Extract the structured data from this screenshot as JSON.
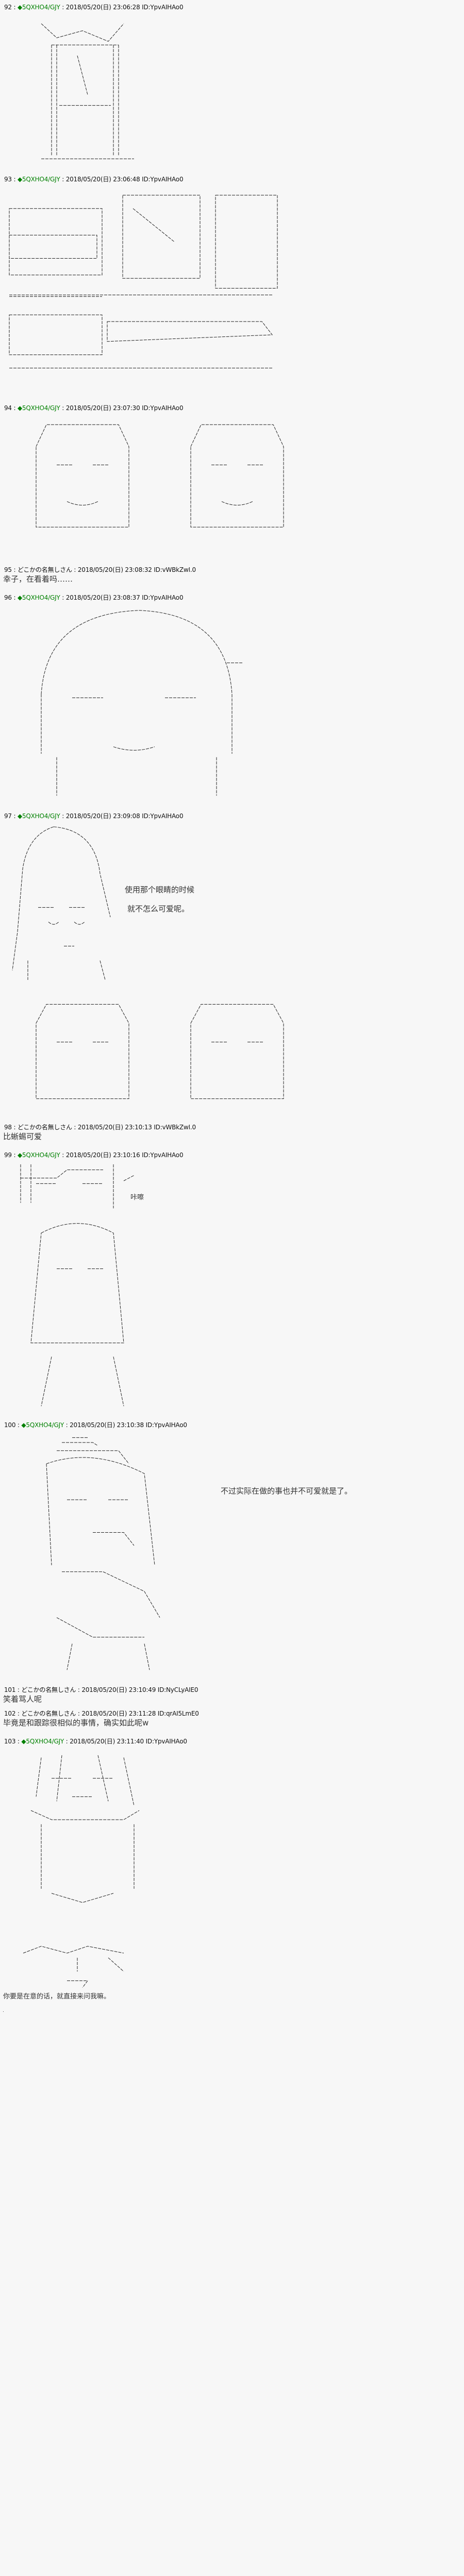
{
  "separator": " : ",
  "weekday": "日",
  "posts": [
    {
      "num": "92",
      "name": "◆5QXHO4/GJY",
      "trip": true,
      "date": "2018/05/20(日) 23:06:28",
      "id": "ID:YpvAIHAo0"
    },
    {
      "num": "93",
      "name": "◆5QXHO4/GJY",
      "trip": true,
      "date": "2018/05/20(日) 23:06:48",
      "id": "ID:YpvAIHAo0"
    },
    {
      "num": "94",
      "name": "◆5QXHO4/GJY",
      "trip": true,
      "date": "2018/05/20(日) 23:07:30",
      "id": "ID:YpvAIHAo0"
    },
    {
      "num": "95",
      "name": "どこかの名無しさん",
      "trip": false,
      "date": "2018/05/20(日) 23:08:32",
      "id": "ID:vWBkZwI.0",
      "text": "幸子，在看着吗……"
    },
    {
      "num": "96",
      "name": "◆5QXHO4/GJY",
      "trip": true,
      "date": "2018/05/20(日) 23:08:37",
      "id": "ID:YpvAIHAo0"
    },
    {
      "num": "97",
      "name": "◆5QXHO4/GJY",
      "trip": true,
      "date": "2018/05/20(日) 23:09:08",
      "id": "ID:YpvAIHAo0",
      "lines": [
        "使用那个眼睛的时候",
        "就不怎么可爱呢。"
      ]
    },
    {
      "num": "98",
      "name": "どこかの名無しさん",
      "trip": false,
      "date": "2018/05/20(日) 23:10:13",
      "id": "ID:vWBkZwI.0",
      "text": "比蜥蜴可爱"
    },
    {
      "num": "99",
      "name": "◆5QXHO4/GJY",
      "trip": true,
      "date": "2018/05/20(日) 23:10:16",
      "id": "ID:YpvAIHAo0",
      "text": "咔嚓"
    },
    {
      "num": "100",
      "name": "◆5QXHO4/GJY",
      "trip": true,
      "date": "2018/05/20(日) 23:10:38",
      "id": "ID:YpvAIHAo0",
      "text": "不过实际在做的事也并不可爱就是了。"
    },
    {
      "num": "101",
      "name": "どこかの名無しさん",
      "trip": false,
      "date": "2018/05/20(日) 23:10:49",
      "id": "ID:NyCLyAIE0",
      "text": "笑着骂人呢"
    },
    {
      "num": "102",
      "name": "どこかの名無しさん",
      "trip": false,
      "date": "2018/05/20(日) 23:11:28",
      "id": "ID:qrAI5LmE0",
      "text": "毕竟是和跟踪很相似的事情，确实如此呢w"
    },
    {
      "num": "103",
      "name": "◆5QXHO4/GJY",
      "trip": true,
      "date": "2018/05/20(日) 23:11:40",
      "id": "ID:YpvAIHAo0",
      "text": "你要是在意的话，就直接来问我嘛。"
    }
  ],
  "colors": {
    "background": "#f7f7f7",
    "trip_name": "#008000",
    "text": "#111111"
  }
}
